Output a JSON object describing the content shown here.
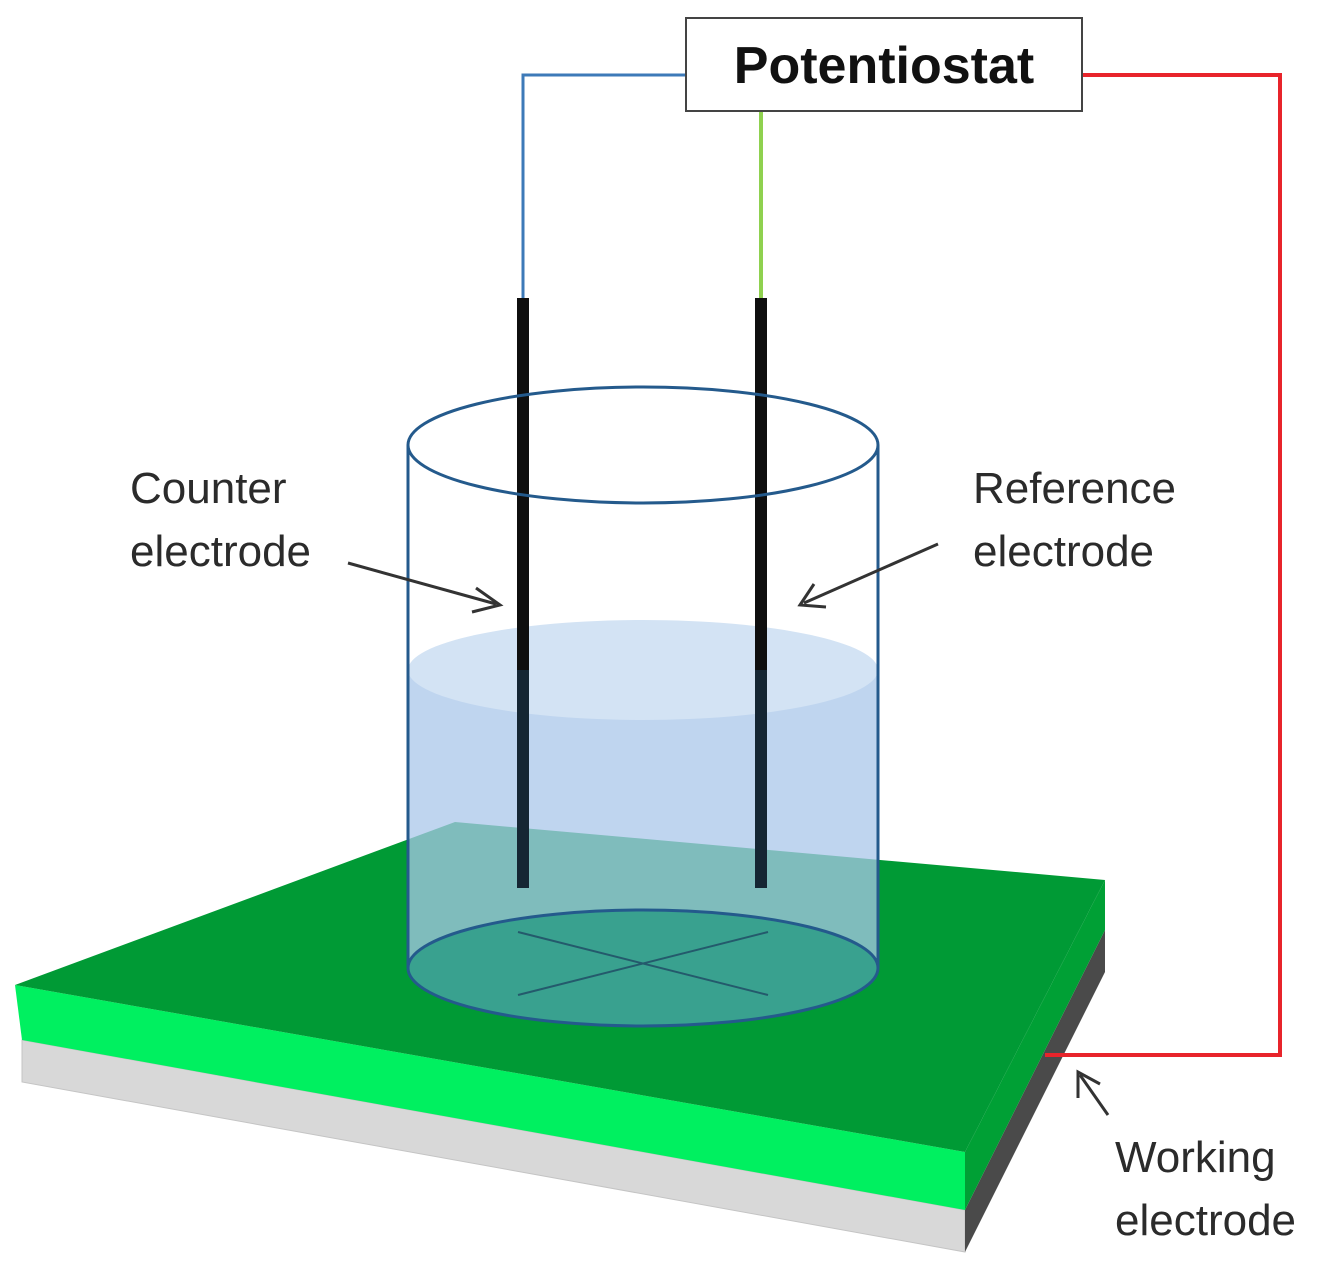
{
  "labels": {
    "potentiostat": "Potentiostat",
    "counter_line1": "Counter",
    "counter_line2": "electrode",
    "reference_line1": "Reference",
    "reference_line2": "electrode",
    "working_line1": "Working",
    "working_line2": "electrode"
  },
  "colors": {
    "counter_wire": "#3d7ab8",
    "reference_wire": "#8fd14f",
    "working_wire": "#e8242b",
    "electrolyte": "#a9c7ea",
    "plate_top": "#009a35",
    "plate_side": "#00f060",
    "substrate": "#d8d8d8"
  }
}
